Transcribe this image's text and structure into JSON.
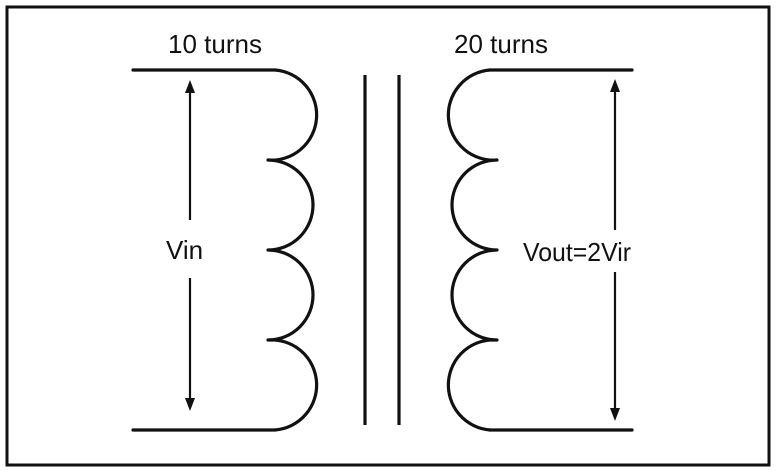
{
  "diagram": {
    "primary_label": "10 turns",
    "secondary_label": "20 turns",
    "input_voltage_label": "Vin",
    "output_voltage_label": "Vout=2Vir"
  },
  "colors": {
    "line": "#111111",
    "background": "#ffffff",
    "frame": "#111111"
  }
}
